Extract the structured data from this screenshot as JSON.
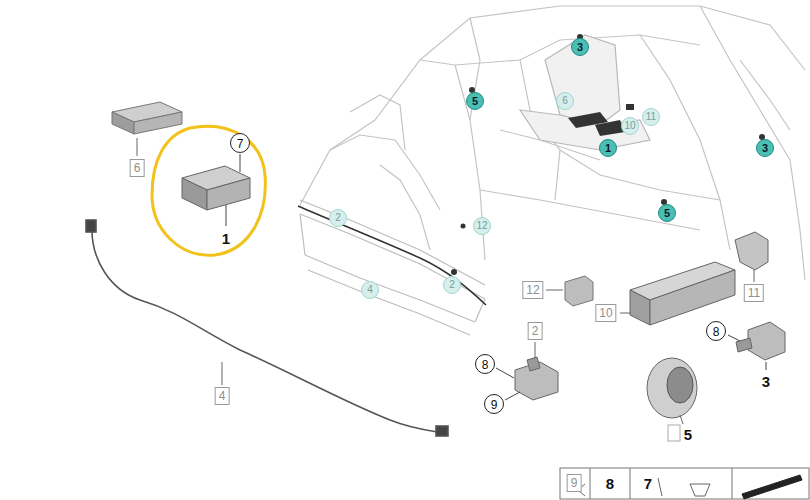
{
  "diagram": {
    "labels": [
      "3",
      "5",
      "6",
      "10",
      "11",
      "1",
      "3",
      "6",
      "7",
      "5",
      "2",
      "12",
      "1",
      "2",
      "4",
      "12",
      "11",
      "10",
      "2",
      "8",
      "8",
      "3",
      "4",
      "9",
      "5",
      "9",
      "8",
      "7"
    ]
  }
}
